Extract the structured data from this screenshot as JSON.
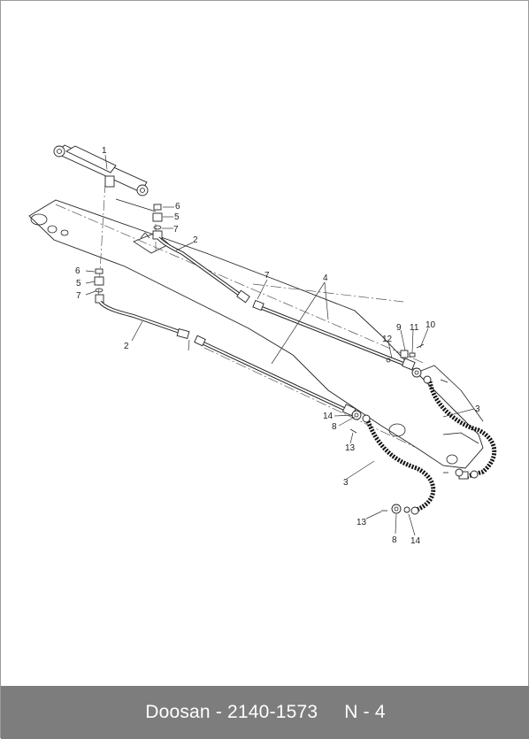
{
  "footer": {
    "brand_part": "Doosan - 2140-1573",
    "page_ref": "N - 4"
  },
  "diagram": {
    "callouts": [
      "1",
      "2",
      "2",
      "3",
      "3",
      "4",
      "5",
      "5",
      "6",
      "6",
      "7",
      "7",
      "7",
      "8",
      "8",
      "9",
      "10",
      "11",
      "12",
      "13",
      "13",
      "14",
      "14"
    ]
  }
}
